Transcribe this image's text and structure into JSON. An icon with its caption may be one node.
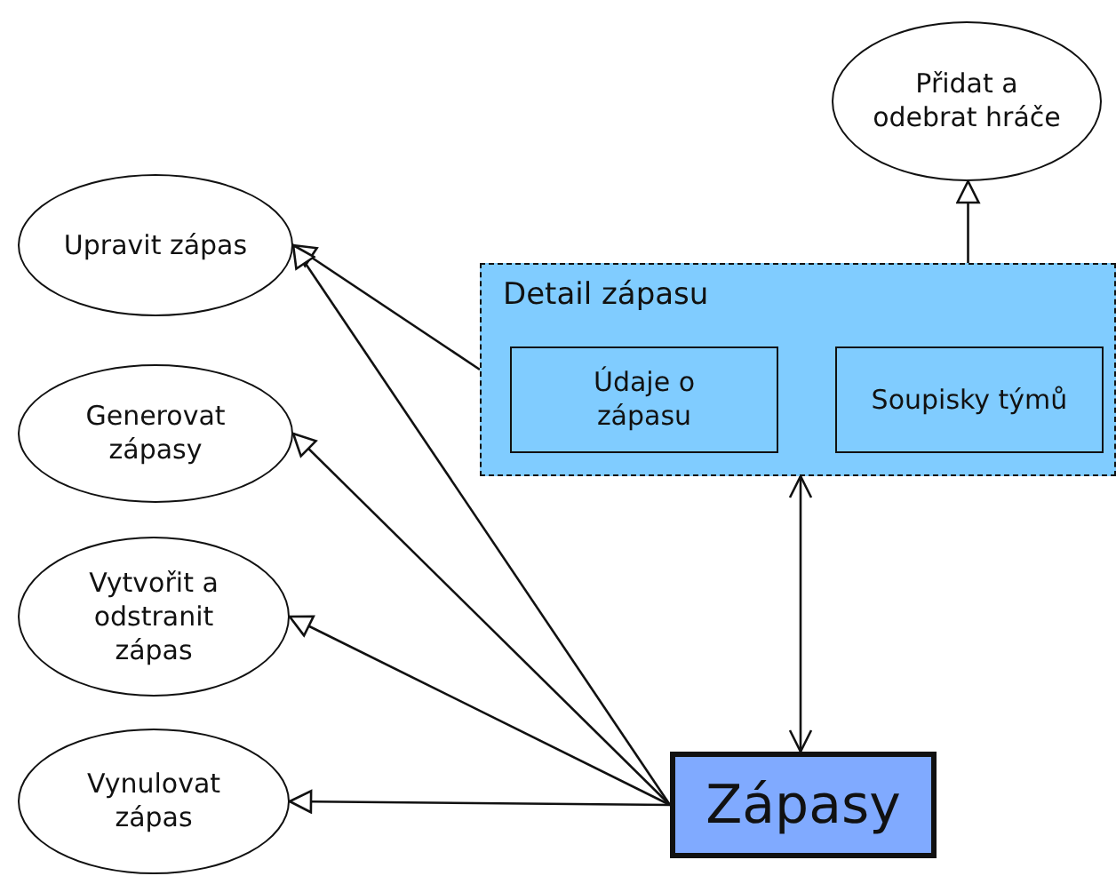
{
  "diagram": {
    "nodes": [
      {
        "text": [
          "Upravit zápas"
        ]
      },
      {
        "text": [
          "Generovat zápasy"
        ]
      },
      {
        "text": [
          "Vytvořit a odstranit zápas"
        ]
      },
      {
        "text": [
          "Vynulovat zápas"
        ]
      },
      {
        "text": [
          "Přidat a odebrat hráče"
        ]
      },
      {
        "text": [
          "Detail zápasu"
        ]
      },
      {
        "text": [
          "Údaje o zápasu"
        ],
        "in": 5
      },
      {
        "text": [
          "Soupisky týmů"
        ],
        "in": 5
      },
      {
        "text": [
          "Zápasy"
        ]
      }
    ],
    "edges": [
      {
        "from": 5,
        "to": 0,
        "arrow": "to"
      },
      {
        "from": 8,
        "to": 0,
        "arrow": "to"
      },
      {
        "from": 8,
        "to": 1,
        "arrow": "to"
      },
      {
        "from": 8,
        "to": 2,
        "arrow": "to"
      },
      {
        "from": 8,
        "to": 3,
        "arrow": "to"
      },
      {
        "from": 7,
        "to": 4,
        "arrow": "to"
      },
      {
        "from": 5,
        "to": 8,
        "arrow": "both"
      }
    ]
  }
}
